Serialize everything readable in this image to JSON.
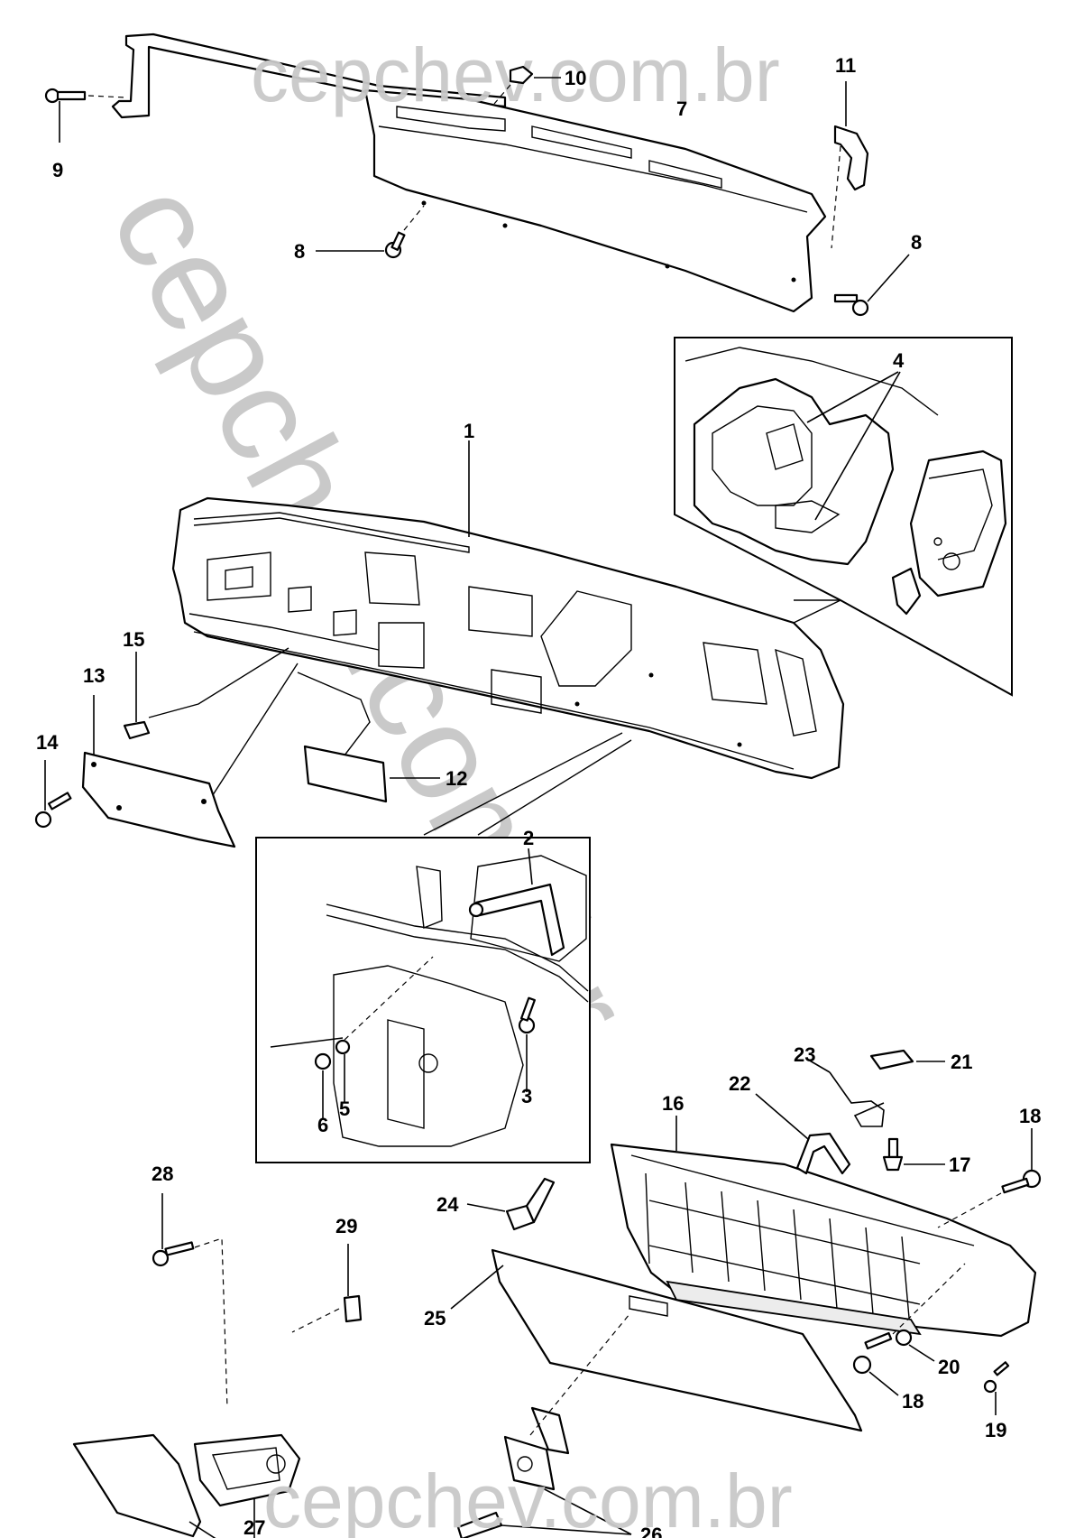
{
  "watermark": {
    "top": "cepchev.com.br",
    "diagonal": "cepchev.com.br",
    "bottom": "cepchev.com.br"
  },
  "callouts": [
    "1",
    "2",
    "3",
    "4",
    "5",
    "6",
    "7",
    "8",
    "8",
    "9",
    "10",
    "11",
    "12",
    "13",
    "14",
    "15",
    "16",
    "17",
    "18",
    "18",
    "19",
    "20",
    "21",
    "22",
    "23",
    "24",
    "25",
    "26",
    "27",
    "28",
    "29"
  ]
}
